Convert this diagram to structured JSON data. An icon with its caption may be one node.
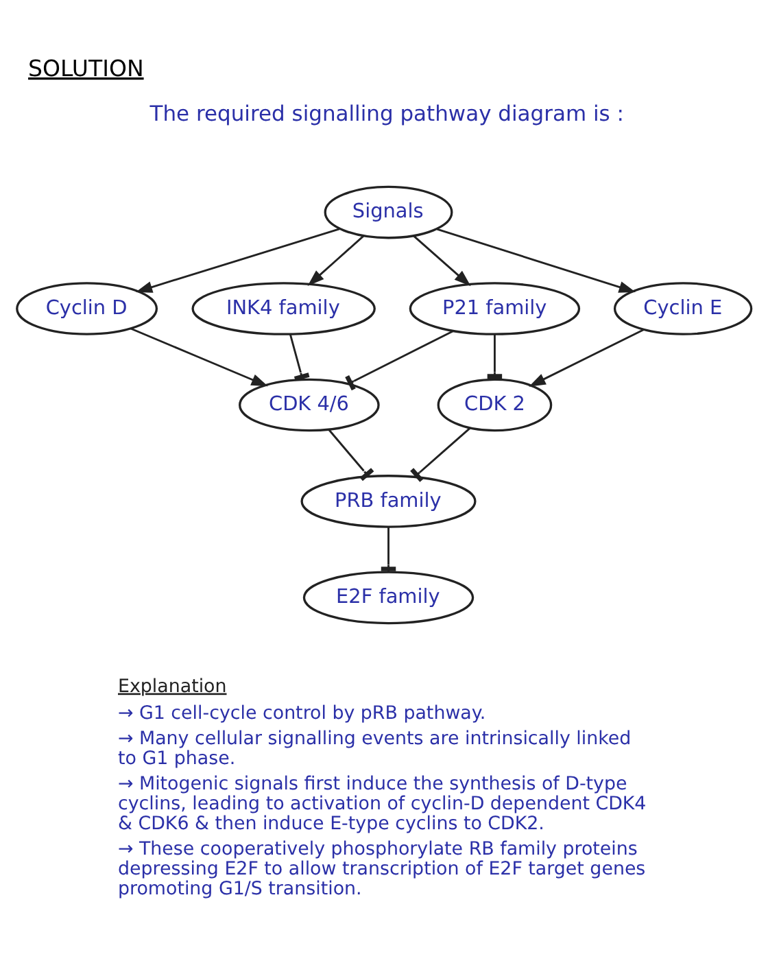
{
  "diagram": {
    "title": "SOLUTION",
    "nodes": [
      {
        "text": [
          "Signals"
        ]
      },
      {
        "text": [
          "Cyclin D"
        ]
      },
      {
        "text": [
          "INK4 family"
        ]
      },
      {
        "text": [
          "P21 family"
        ]
      },
      {
        "text": [
          "Cyclin E"
        ]
      },
      {
        "text": [
          "CDK 4/6"
        ]
      },
      {
        "text": [
          "CDK 2"
        ]
      },
      {
        "text": [
          "PRB family"
        ]
      },
      {
        "text": [
          "E2F family"
        ]
      }
    ],
    "edges": [
      {
        "from": 0,
        "to": 1,
        "arrow": "to"
      },
      {
        "from": 0,
        "to": 2,
        "arrow": "to"
      },
      {
        "from": 0,
        "to": 3,
        "arrow": "to"
      },
      {
        "from": 0,
        "to": 4,
        "arrow": "to"
      },
      {
        "from": 1,
        "to": 5,
        "arrow": "to"
      },
      {
        "from": 2,
        "to": 5,
        "arrow": "other"
      },
      {
        "from": 3,
        "to": 5,
        "arrow": "other"
      },
      {
        "from": 3,
        "to": 6,
        "arrow": "other"
      },
      {
        "from": 4,
        "to": 6,
        "arrow": "to"
      },
      {
        "from": 5,
        "to": 7,
        "arrow": "other"
      },
      {
        "from": 6,
        "to": 7,
        "arrow": "other"
      },
      {
        "from": 7,
        "to": 8,
        "arrow": "other"
      }
    ],
    "labels": [
      "The required signalling pathway diagram is :",
      "Explanation",
      "→ G1 cell-cycle control by pRB pathway.",
      "→ Many cellular signalling events are intrinsically linked to G1 phase.",
      "→ Mitogenic signals first induce the synthesis of D-type cyclins, leading to activation of cyclin-D dependent CDK4 & CDK6 & then induce E-type cyclins to CDK2.",
      "→ These cooperatively phosphorylate RB family proteins depressing E2F to allow transcription of E2F target genes promoting G1/S transition."
    ]
  }
}
